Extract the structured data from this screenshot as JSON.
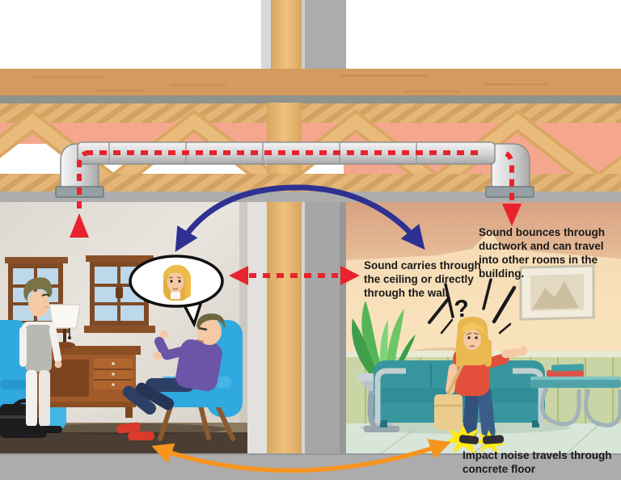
{
  "annotations": {
    "ductwork_note": "Sound bounces through ductwork and can travel into other rooms in the building.",
    "ceiling_wall_note": "Sound carries through the ceiling or directly through the wall",
    "impact_note": "Impact noise travels through concrete floor",
    "question_mark": "?"
  },
  "arrows": [
    {
      "name": "duct-route-arrow",
      "style": "dashed",
      "color": "#e8232d"
    },
    {
      "name": "wall-route-arrow",
      "style": "dashed",
      "double_headed": true,
      "color": "#e8232d"
    },
    {
      "name": "ceiling-route-arrow",
      "style": "solid-curve",
      "double_headed": true,
      "color": "#2e3192"
    },
    {
      "name": "floor-route-arrow",
      "style": "solid-curve",
      "double_headed": true,
      "color": "#f7941e"
    }
  ],
  "colors": {
    "red_arrow": "#e8232d",
    "blue_arrow": "#2e3192",
    "orange_arrow": "#f7941e",
    "wood_plank": "#d49b5f",
    "truss_wood": "#e2af6c",
    "insulation_salmon": "#f4a78d",
    "duct_gray": "#d6d6d6",
    "left_wall": "#e4dfd8",
    "right_wall_peach": "#f8e2bd",
    "wainscot_green": "#c9d5a4",
    "right_floor": "#d8e6d9",
    "left_floor": "#4a3e34",
    "concrete": "#acacac",
    "couch_teal": "#2f8e99",
    "chair_blue": "#2fa9df",
    "starburst_yellow": "#ffe818"
  }
}
